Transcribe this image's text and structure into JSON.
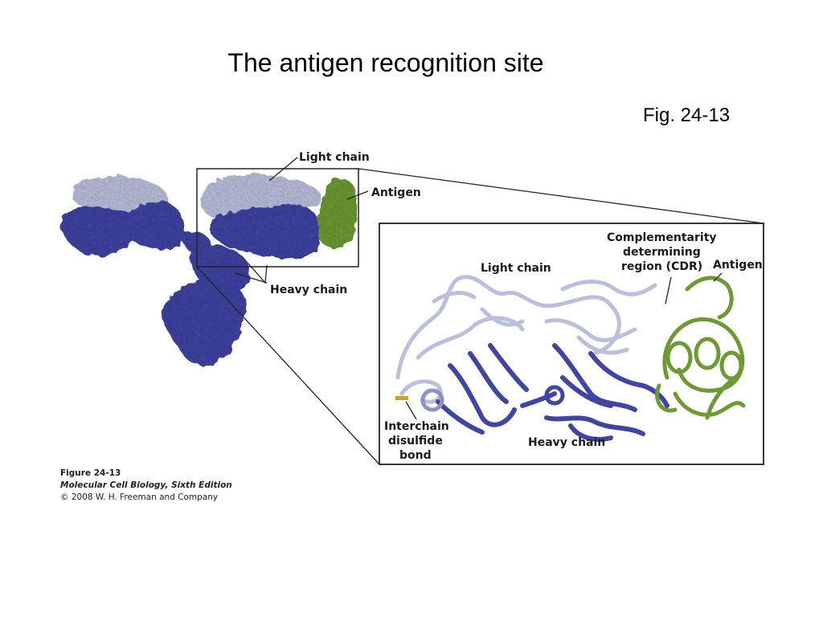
{
  "slide": {
    "title": "The antigen recognition site",
    "figure_ref": "Fig. 24-13"
  },
  "figure": {
    "labels": {
      "light_chain_overview": "Light chain",
      "antigen_overview": "Antigen",
      "heavy_chain_overview": "Heavy chain",
      "cdr_line1": "Complementarity",
      "cdr_line2": "determining",
      "cdr_line3": "region (CDR)",
      "antigen_detail": "Antigen",
      "light_chain_detail": "Light chain",
      "heavy_chain_detail": "Heavy chain",
      "disulfide_line1": "Interchain",
      "disulfide_line2": "disulfide",
      "disulfide_line3": "bond"
    },
    "colors": {
      "heavy_chain": "#3f45a3",
      "light_chain": "#b9bfdc",
      "antigen": "#6e9a34",
      "box": "#222222"
    }
  },
  "caption": {
    "line1": "Figure 24-13",
    "line2": "Molecular Cell Biology, Sixth Edition",
    "line3": "© 2008 W. H. Freeman and Company"
  }
}
